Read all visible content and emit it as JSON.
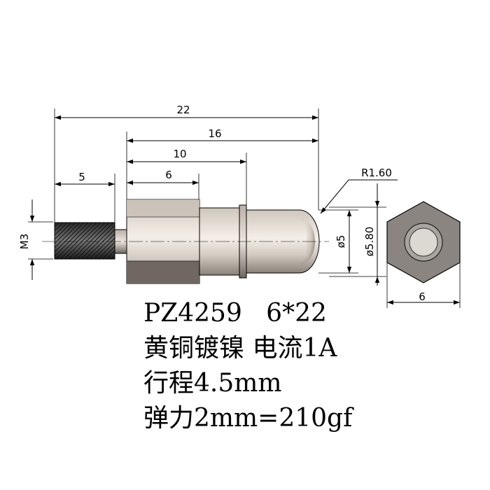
{
  "drawing": {
    "dimensions": {
      "overall_length": "22",
      "body_length": "16",
      "plunger_base_length": "10",
      "hex_length": "6",
      "thread_length": "5",
      "thread_spec": "M3",
      "tip_radius": "R1.60",
      "plunger_diameter": "ø5",
      "head_diameter": "ø5.80",
      "hex_width": "6"
    }
  },
  "specs": {
    "model_line": "PZ4259   6*22",
    "material_line": "黄铜镀镍 电流1A",
    "stroke_line": "行程4.5mm",
    "force_line": "弹力2mm=210gf"
  }
}
